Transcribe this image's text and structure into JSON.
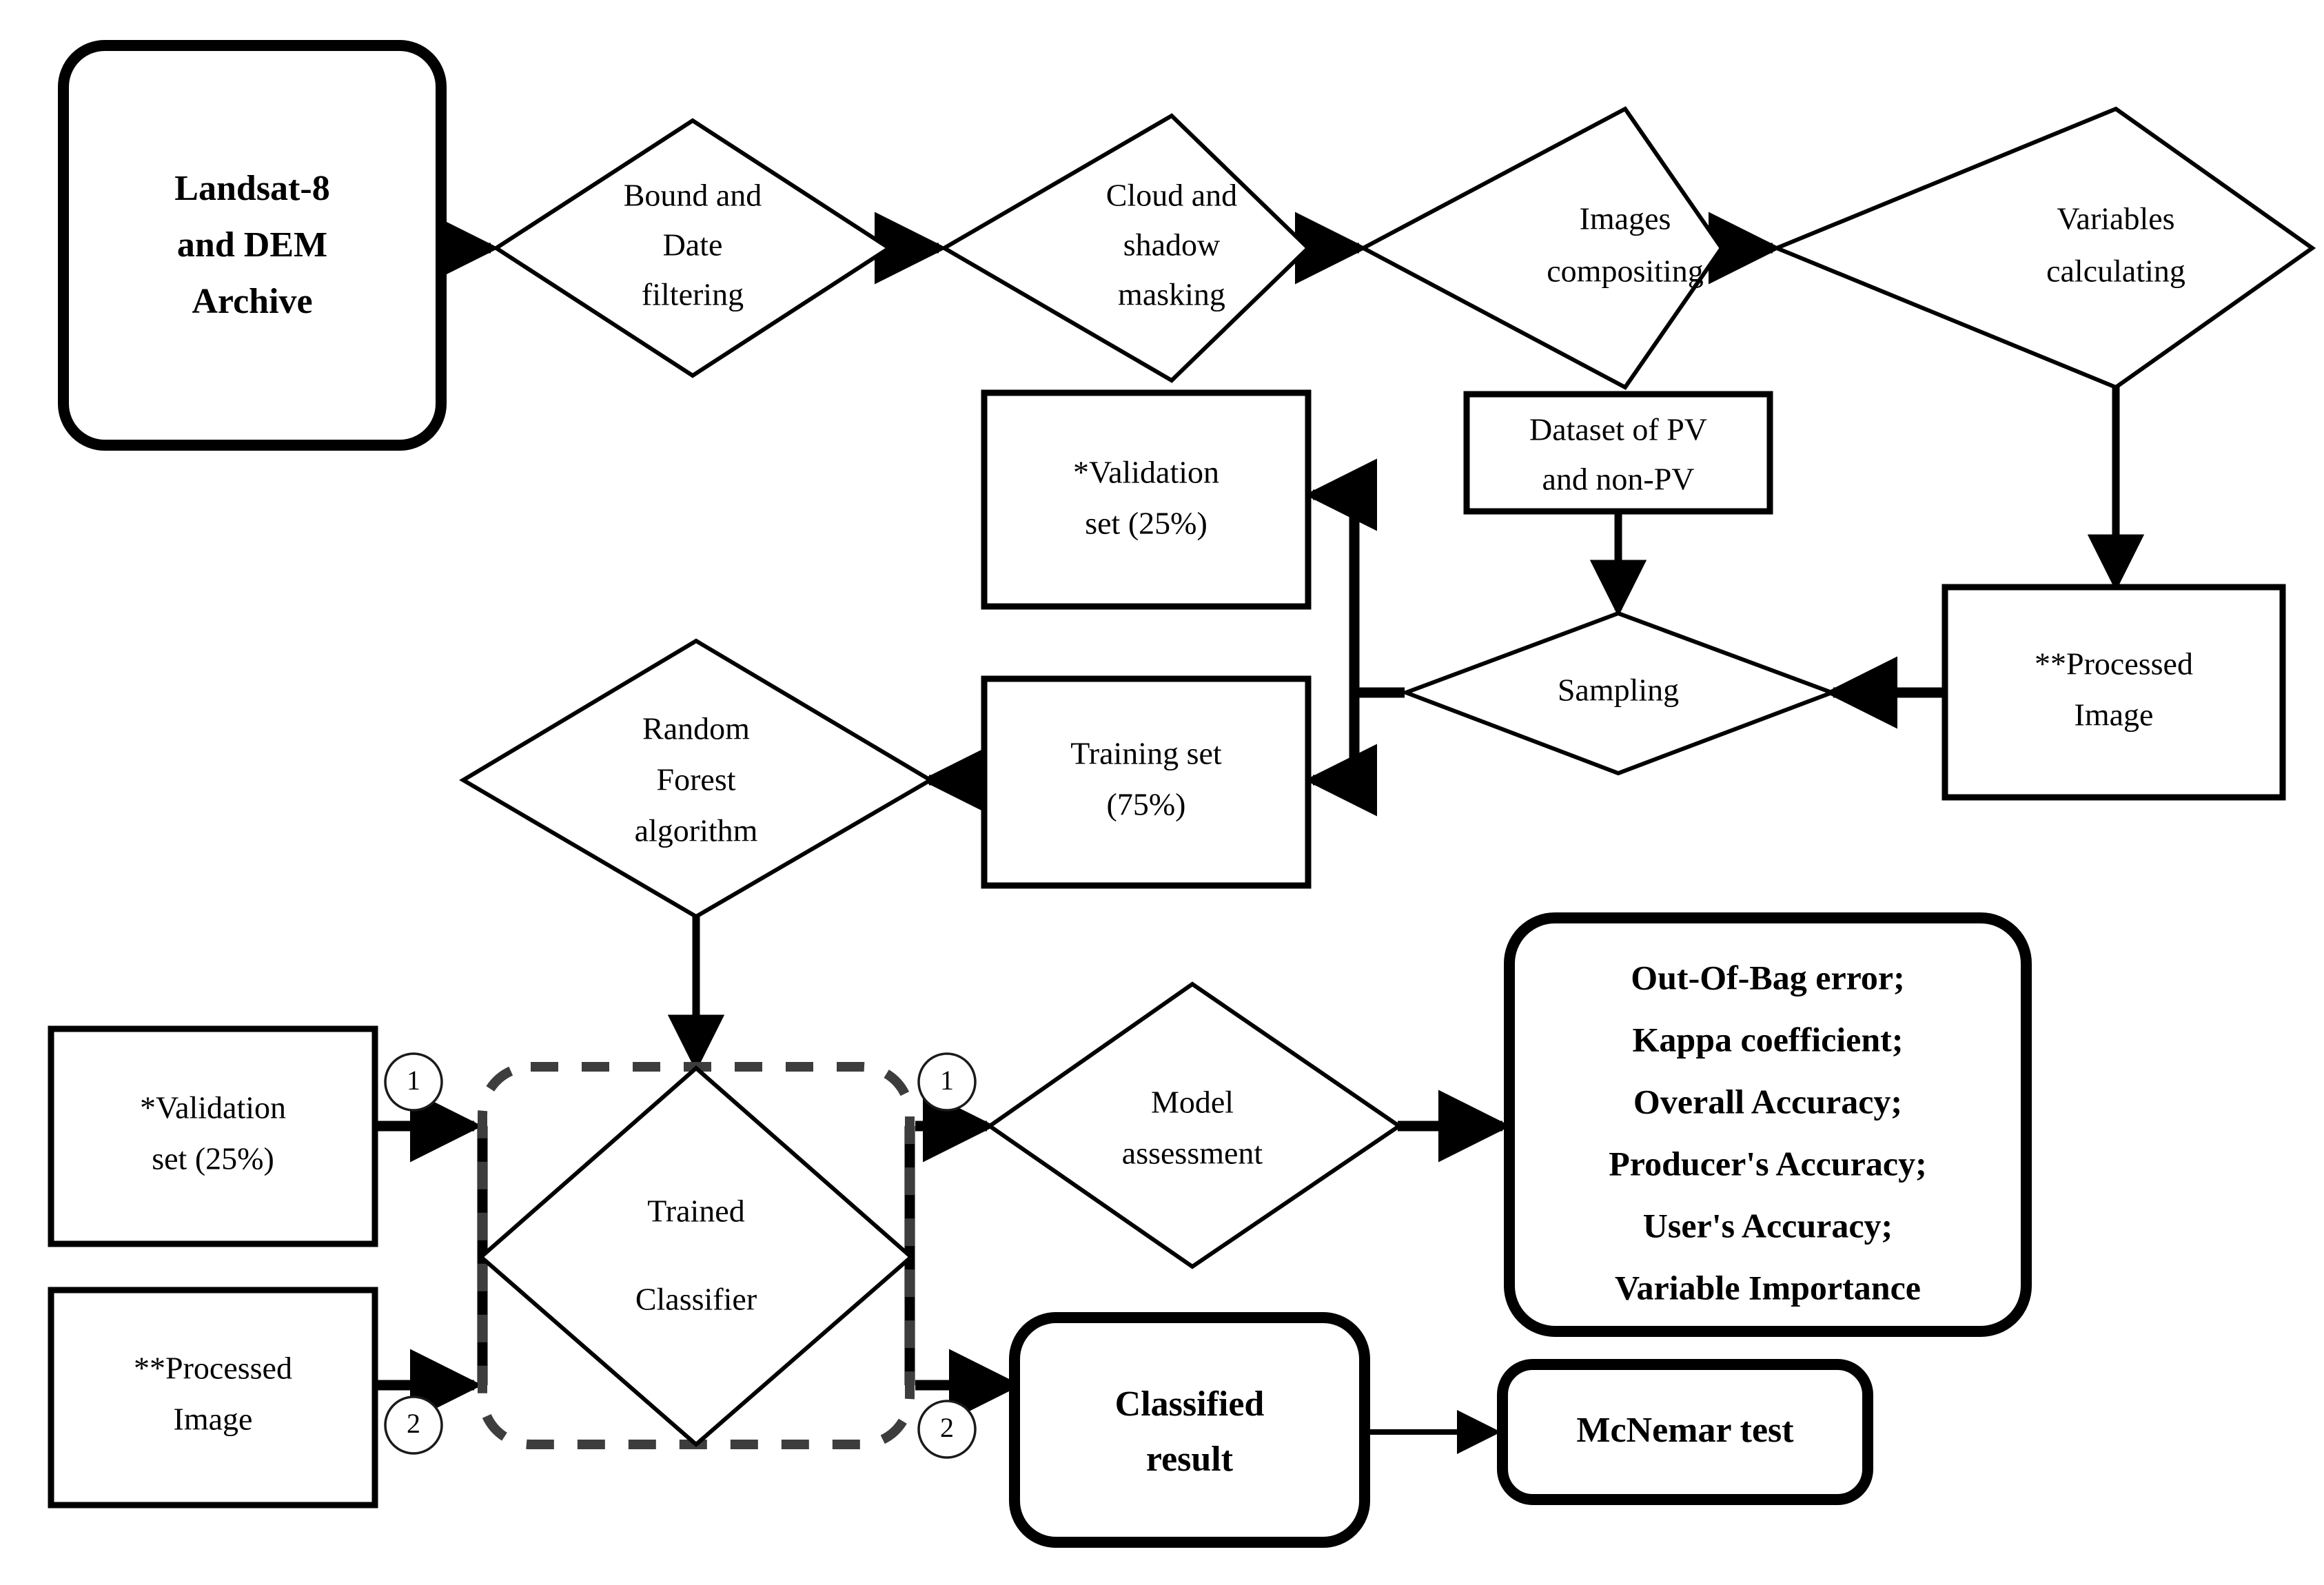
{
  "diagram": {
    "title": "Random Forest PV mapping workflow",
    "colors": {
      "stroke": "#000000",
      "dashed_group_stroke": "#3d3d3d",
      "background": "#ffffff"
    },
    "nodes": {
      "source": {
        "shape": "rounded-rect-thick",
        "lines": [
          "Landsat-8",
          "and DEM",
          "Archive"
        ]
      },
      "bound_date_filtering": {
        "shape": "diamond",
        "lines": [
          "Bound and",
          "Date",
          "filtering"
        ]
      },
      "cloud_shadow_masking": {
        "shape": "diamond",
        "lines": [
          "Cloud and",
          "shadow",
          "masking"
        ]
      },
      "images_compositing": {
        "shape": "diamond",
        "lines": [
          "Images",
          "compositing"
        ]
      },
      "variables_calculating": {
        "shape": "diamond",
        "lines": [
          "Variables",
          "calculating"
        ]
      },
      "dataset_pv": {
        "shape": "rect",
        "lines": [
          "Dataset of PV",
          "and non-PV"
        ]
      },
      "sampling": {
        "shape": "diamond",
        "lines": [
          "Sampling"
        ]
      },
      "processed_image": {
        "shape": "rect",
        "lines": [
          "**Processed",
          "Image"
        ]
      },
      "validation_set_top": {
        "shape": "rect",
        "lines": [
          "*Validation",
          "set (25%)"
        ]
      },
      "training_set": {
        "shape": "rect",
        "lines": [
          "Training set",
          "(75%)"
        ]
      },
      "random_forest": {
        "shape": "diamond",
        "lines": [
          "Random",
          "Forest",
          "algorithm"
        ]
      },
      "validation_set_bottom": {
        "shape": "rect",
        "lines": [
          "*Validation",
          "set (25%)"
        ]
      },
      "processed_image_bottom": {
        "shape": "rect",
        "lines": [
          "**Processed",
          "Image"
        ]
      },
      "trained_classifier": {
        "shape": "diamond-in-dashed-group",
        "lines": [
          "Trained",
          "Classifier"
        ]
      },
      "model_assessment": {
        "shape": "diamond",
        "lines": [
          "Model",
          "assessment"
        ]
      },
      "metrics": {
        "shape": "rounded-rect-thick",
        "lines": [
          "Out-Of-Bag error;",
          "Kappa coefficient;",
          "Overall Accuracy;",
          "Producer's Accuracy;",
          "User's Accuracy;",
          "Variable Importance"
        ]
      },
      "classified_result": {
        "shape": "rounded-rect-thick",
        "lines": [
          "Classified",
          "result"
        ]
      },
      "mcnemar_test": {
        "shape": "rounded-rect-thick",
        "lines": [
          "McNemar test"
        ]
      }
    },
    "badges": {
      "input_one": "1",
      "input_two": "2",
      "output_one": "1",
      "output_two": "2"
    }
  }
}
